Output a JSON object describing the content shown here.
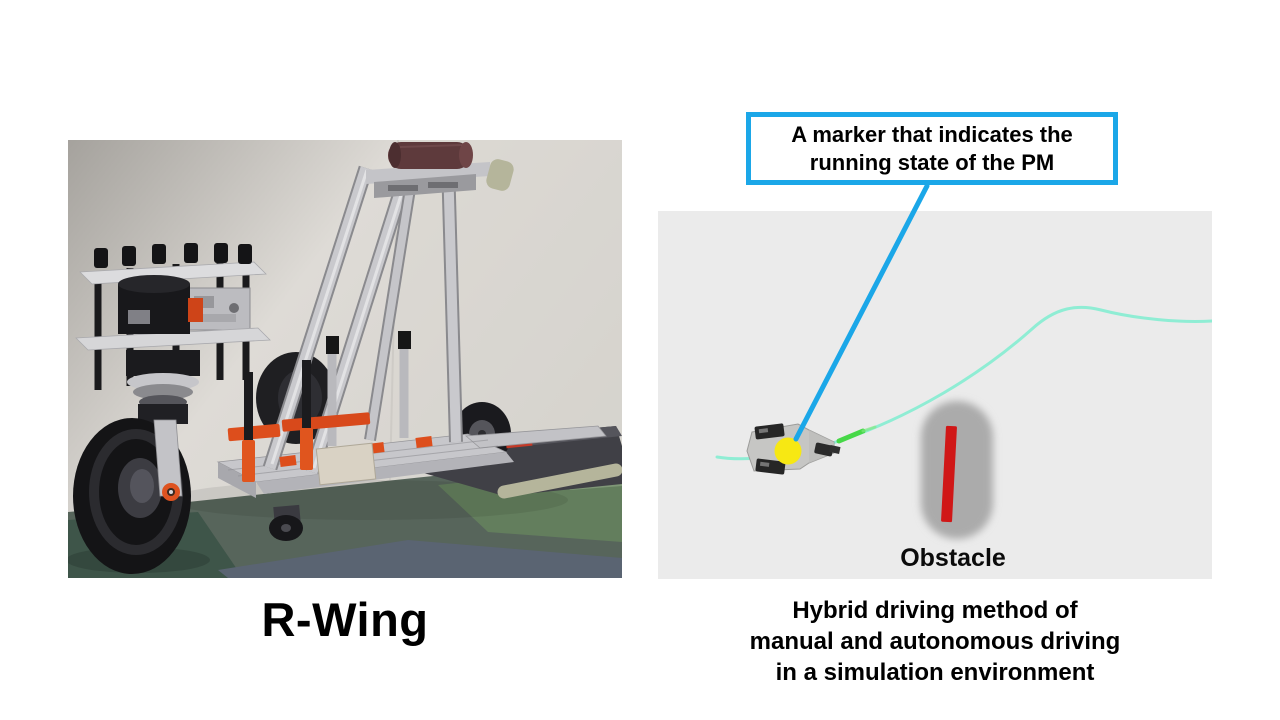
{
  "left_panel": {
    "label": "R-Wing"
  },
  "right_panel": {
    "callout": {
      "line1": "A marker that indicates the",
      "line2": "running state of the PM"
    },
    "simulation": {
      "obstacle_label": "Obstacle"
    },
    "caption": {
      "line1": "Hybrid driving method of",
      "line2": "manual and autonomous driving",
      "line3": "in a simulation environment"
    }
  },
  "colors": {
    "callout_blue": "#1BA7E8",
    "path_cyan": "#85EDD2",
    "marker_yellow": "#F7E813",
    "marker_green": "#47D848",
    "obstacle_red": "#D01717",
    "obstacle_gray": "#ABABAB",
    "sim_background": "#EBEBEB",
    "text_color": "#000000"
  }
}
